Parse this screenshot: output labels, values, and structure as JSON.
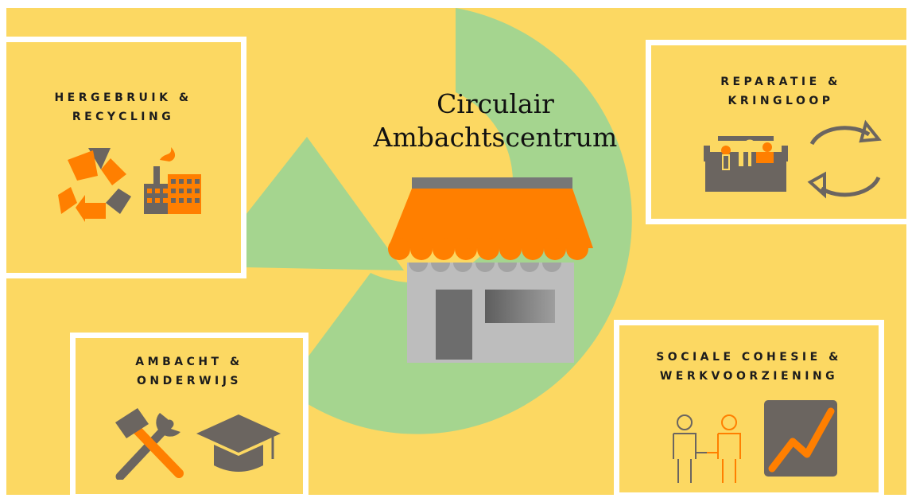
{
  "title": {
    "line1": "Circulair",
    "line2": "Ambachtscentrum"
  },
  "cards": {
    "top_left": {
      "line1": "HERGEBRUIK &",
      "line2": "RECYCLING"
    },
    "top_right": {
      "line1": "REPARATIE &",
      "line2": "KRINGLOOP"
    },
    "bottom_left": {
      "line1": "AMBACHT &",
      "line2": "ONDERWIJS"
    },
    "bottom_right": {
      "line1": "SOCIALE COHESIE &",
      "line2": "WERKVOORZIENING"
    }
  },
  "colors": {
    "background": "#fcd862",
    "arrow": "#a5d58f",
    "accent_orange": "#ff7f00",
    "dark_grey": "#6b6560",
    "store_grey": "#bdbdbd"
  },
  "icons": [
    "recycle-icon",
    "factory-icon",
    "toolbox-icon",
    "cycle-arrows-icon",
    "hammer-wrench-icon",
    "graduation-cap-icon",
    "people-handshake-icon",
    "growth-chart-icon",
    "store-icon"
  ]
}
